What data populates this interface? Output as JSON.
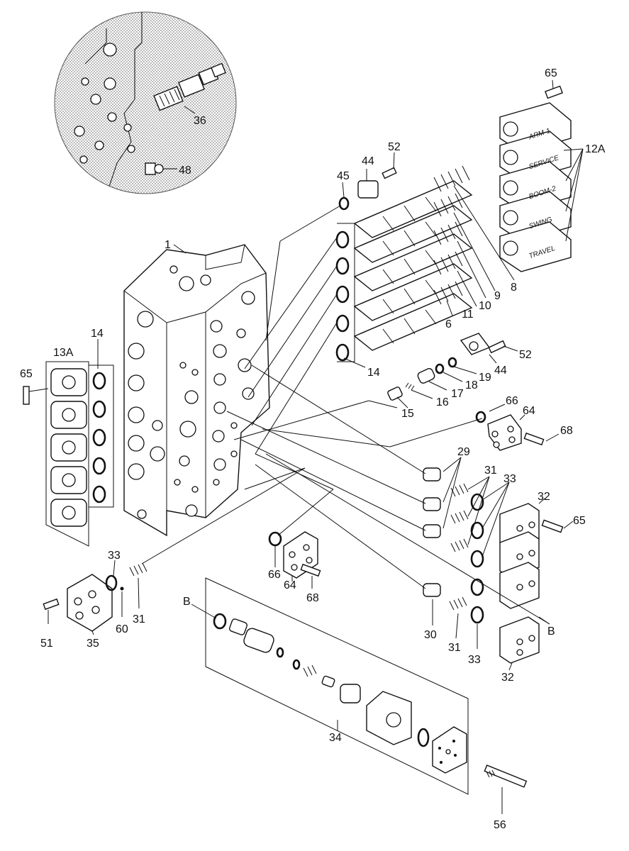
{
  "callouts": {
    "c1": "1",
    "c36": "36",
    "c48": "48",
    "c44": "44",
    "c45": "45",
    "c52": "52",
    "c65": "65",
    "c12A": "12A",
    "c8": "8",
    "c9": "9",
    "c10": "10",
    "c11": "11",
    "c6": "6",
    "c14": "14",
    "c13A": "13A",
    "c19": "19",
    "c18": "18",
    "c17": "17",
    "c16": "16",
    "c15": "15",
    "c66": "66",
    "c64": "64",
    "c68": "68",
    "c29": "29",
    "c31": "31",
    "c33": "33",
    "c32": "32",
    "c30": "30",
    "c35": "35",
    "c51": "51",
    "c60": "60",
    "c34": "34",
    "c56": "56",
    "cB": "B"
  },
  "plates": {
    "arm1": "ARM-1",
    "service": "SERVICE",
    "boom2": "BOOM-2",
    "swing": "SWING",
    "travel": "TRAVEL"
  },
  "colors": {
    "line": "#111111",
    "background": "#ffffff",
    "detail_shade": "#d9d9d9"
  }
}
